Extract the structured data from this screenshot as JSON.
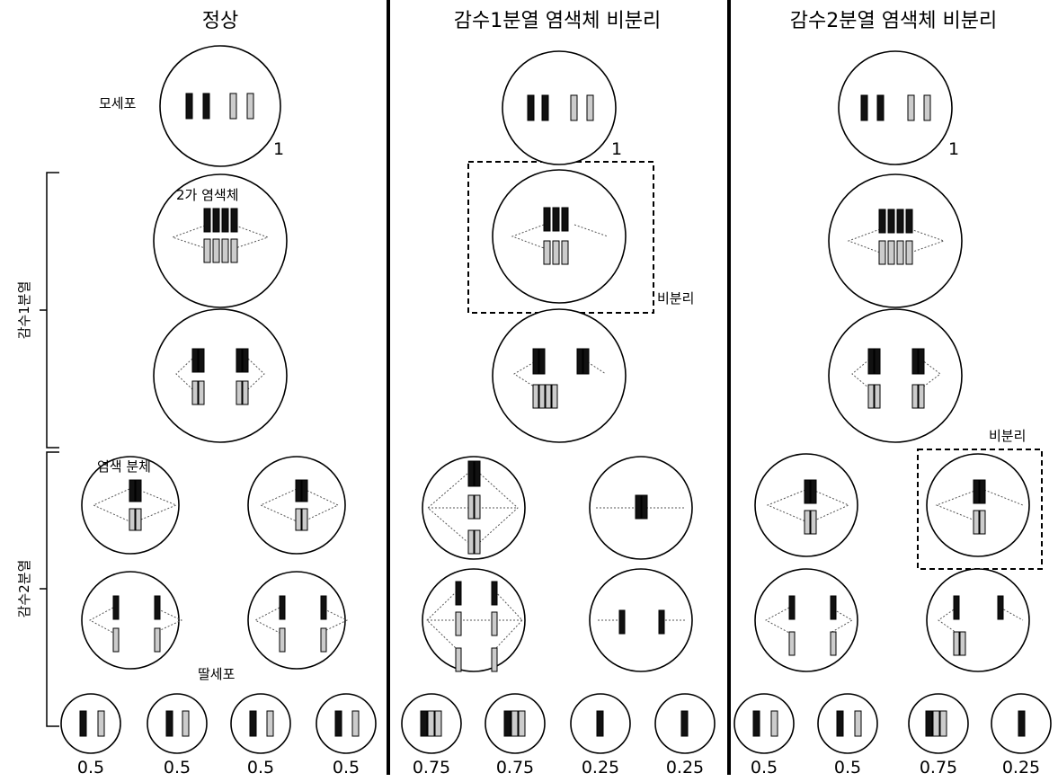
{
  "colors": {
    "dark_chromosome": "#111111",
    "light_chromosome": "#cccccc",
    "outline": "#000000"
  },
  "columns": {
    "normal": "정상",
    "meiosis1_nondisjunction": "감수1분열 염색체 비분리",
    "meiosis2_nondisjunction": "감수2분열 염색체 비분리"
  },
  "stages": {
    "meiosis1": "감수1분열",
    "meiosis2": "감수2분열"
  },
  "labels": {
    "mother_cell": "모세포",
    "bivalent": "2가 염색체",
    "chromatid": "염색 분체",
    "daughter_cell": "딸세포",
    "nondisjunction": "비분리"
  },
  "dna_amounts": {
    "mother_cell": "1",
    "normal": [
      "0.5",
      "0.5",
      "0.5",
      "0.5"
    ],
    "meiosis1_nondisjunction": [
      "0.75",
      "0.75",
      "0.25",
      "0.25"
    ],
    "meiosis2_nondisjunction": [
      "0.5",
      "0.5",
      "0.75",
      "0.25"
    ]
  }
}
